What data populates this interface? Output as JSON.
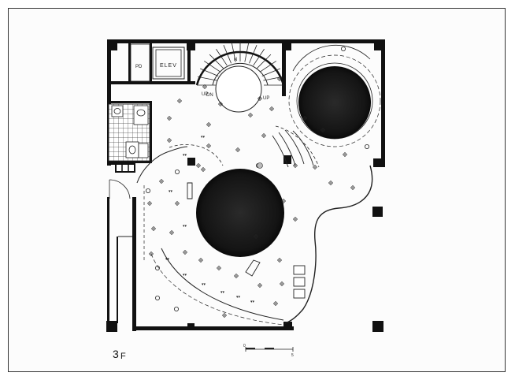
{
  "floor_label": {
    "number": "3",
    "suffix": "F"
  },
  "elevator_label": "ELEV",
  "room_labels": {
    "pd": "PD",
    "up_1": "UP",
    "up_2": "UP",
    "dn": "DN",
    "stair_mark": "N"
  },
  "scale_bar": {
    "start": "0",
    "end": "5"
  },
  "colors": {
    "wall": "#111111",
    "line": "#222222",
    "table_fill": "#1a1a1a",
    "paper": "#fcfcfc"
  },
  "icons": {
    "spotlight": "dot-in-diamond",
    "downlight": "small-circle",
    "bracket": "double-tick"
  }
}
